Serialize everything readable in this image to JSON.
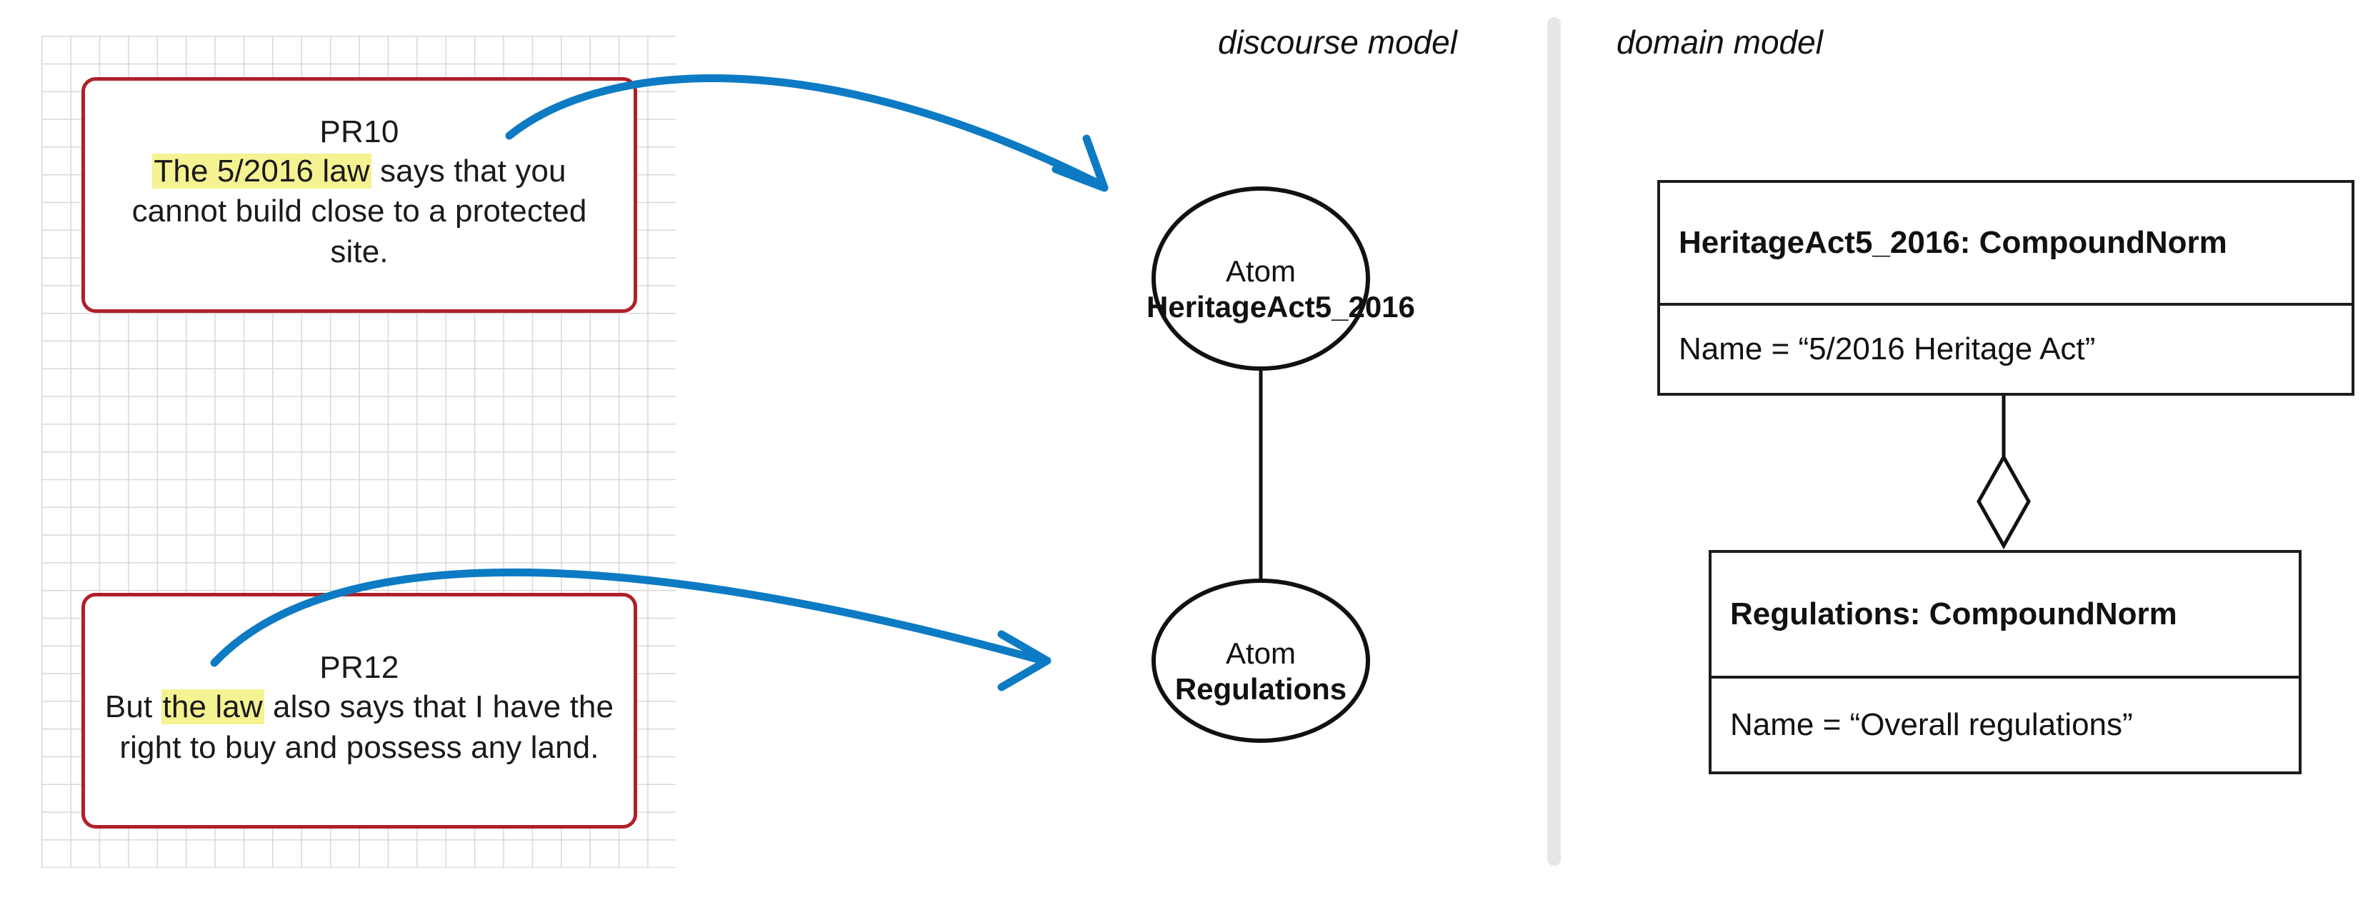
{
  "sections": {
    "discourse_caption": "discourse model",
    "domain_caption": "domain model"
  },
  "colors": {
    "pr_border": "#b02028",
    "highlight": "#f5f292",
    "arrow": "#0d7bc4",
    "grid_line": "#d8d8d8",
    "divider": "#e6e6e6",
    "node_stroke": "#111111"
  },
  "discourse_text": {
    "pr10": {
      "id": "PR10",
      "segment_pre": "",
      "segment_highlight": "The 5/2016 law",
      "segment_post": " says that you cannot build close to a protected site.",
      "full_text": "The 5/2016 law says that you cannot build close to a protected site."
    },
    "pr12": {
      "id": "PR12",
      "segment_pre": "But ",
      "segment_highlight": "the law",
      "segment_post": " also says that I have the right to buy and possess any land.",
      "full_text": "But the law also says that I have the right to buy and possess any land."
    }
  },
  "discourse_model": {
    "nodes": [
      {
        "kind": "Atom",
        "name": "HeritageAct5_2016"
      },
      {
        "kind": "Atom",
        "name": "Regulations"
      }
    ]
  },
  "domain_model": {
    "objects": [
      {
        "header": "HeritageAct5_2016: CompoundNorm",
        "attribute": "Name = “5/2016 Heritage Act”"
      },
      {
        "header": "Regulations: CompoundNorm",
        "attribute": "Name = “Overall regulations”"
      }
    ],
    "relation": "aggregation"
  }
}
